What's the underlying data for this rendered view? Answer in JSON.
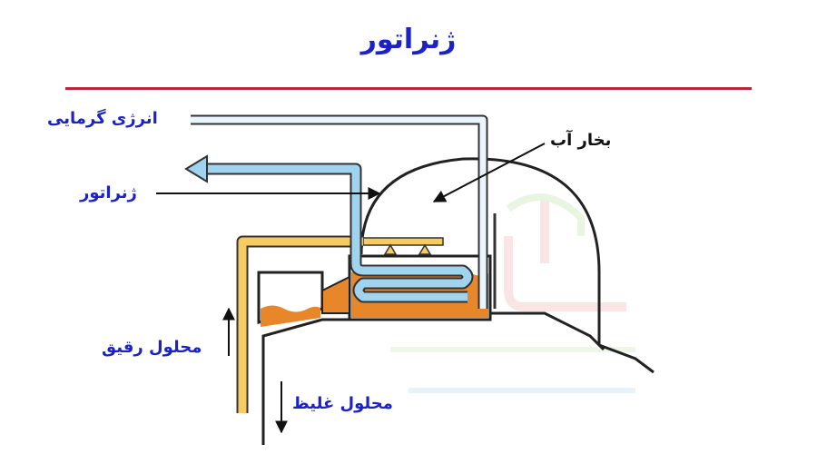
{
  "title": "ژنراتور",
  "labels": {
    "heat_energy": "انرژی گرمایی",
    "water_vapor": "بخار آب",
    "generator": "ژنراتور",
    "dilute_solution": "محلول رقیق",
    "concentrated_solution": "محلول غلیظ"
  },
  "colors": {
    "title_text": "#1b22c8",
    "label_text": "#1b22c8",
    "vapor_label_text": "#111111",
    "rule": "#b6283a",
    "pipe_blue_fill": "#9fd3ee",
    "pipe_outline": "#333333",
    "pipe_yellow_fill": "#f4cc62",
    "liquid_orange": "#e8862a",
    "outline": "#222222"
  }
}
